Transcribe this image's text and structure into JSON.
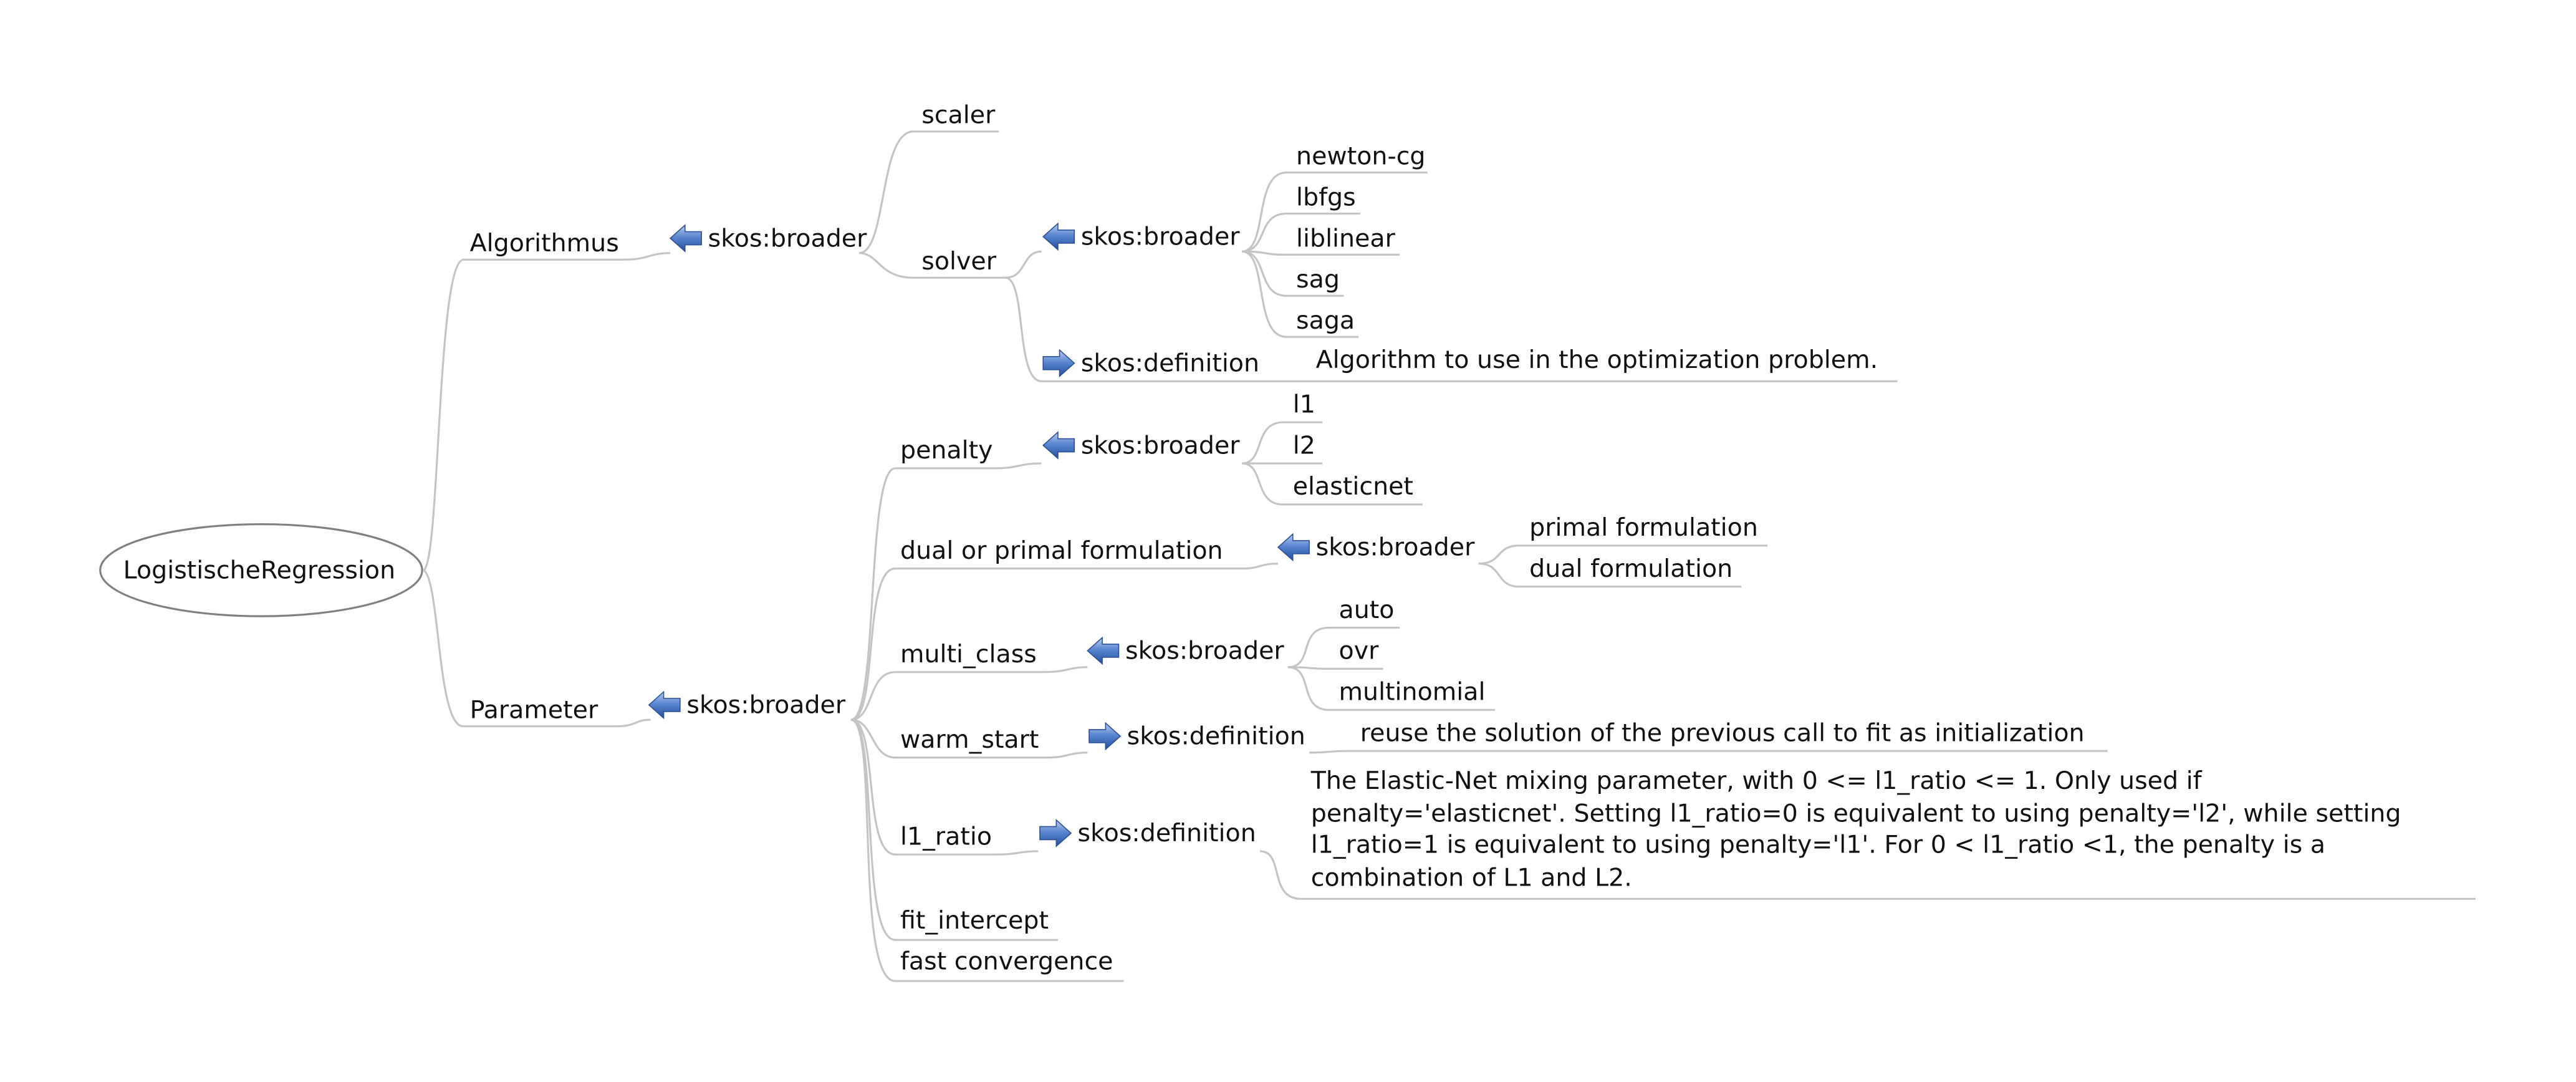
{
  "root": {
    "label": "LogistischeRegression"
  },
  "relations": {
    "broader": "skos:broader",
    "definition": "skos:definition"
  },
  "branches": {
    "algorithmus": {
      "label": "Algorithmus",
      "children": {
        "scaler": {
          "label": "scaler"
        },
        "solver": {
          "label": "solver",
          "broader": [
            "newton-cg",
            "lbfgs",
            "liblinear",
            "sag",
            "saga"
          ],
          "definition": "Algorithm to use in the optimization problem."
        }
      }
    },
    "parameter": {
      "label": "Parameter",
      "children": {
        "penalty": {
          "label": "penalty",
          "broader": [
            "l1",
            "l2",
            "elasticnet"
          ]
        },
        "dual": {
          "label": "dual or primal formulation",
          "broader": [
            "primal formulation",
            "dual formulation"
          ]
        },
        "multi_class": {
          "label": "multi_class",
          "broader": [
            "auto",
            "ovr",
            "multinomial"
          ]
        },
        "warm_start": {
          "label": "warm_start",
          "definition": "reuse the solution of the previous call to fit as initialization"
        },
        "l1_ratio": {
          "label": "l1_ratio",
          "definition": "The Elastic-Net mixing parameter, with 0 <= l1_ratio <= 1. Only used if penalty='elasticnet'. Setting l1_ratio=0 is equivalent to using penalty='l2', while setting l1_ratio=1 is equivalent to using penalty='l1'. For 0 < l1_ratio <1, the penalty is a combination of L1 and L2."
        },
        "fit_intercept": {
          "label": "fit_intercept"
        },
        "fast_convergence": {
          "label": "fast convergence"
        }
      }
    }
  },
  "colors": {
    "connector": "#c4c4c4",
    "arrow": "#3f6fbf",
    "text": "#111111",
    "root_border": "#808080"
  }
}
